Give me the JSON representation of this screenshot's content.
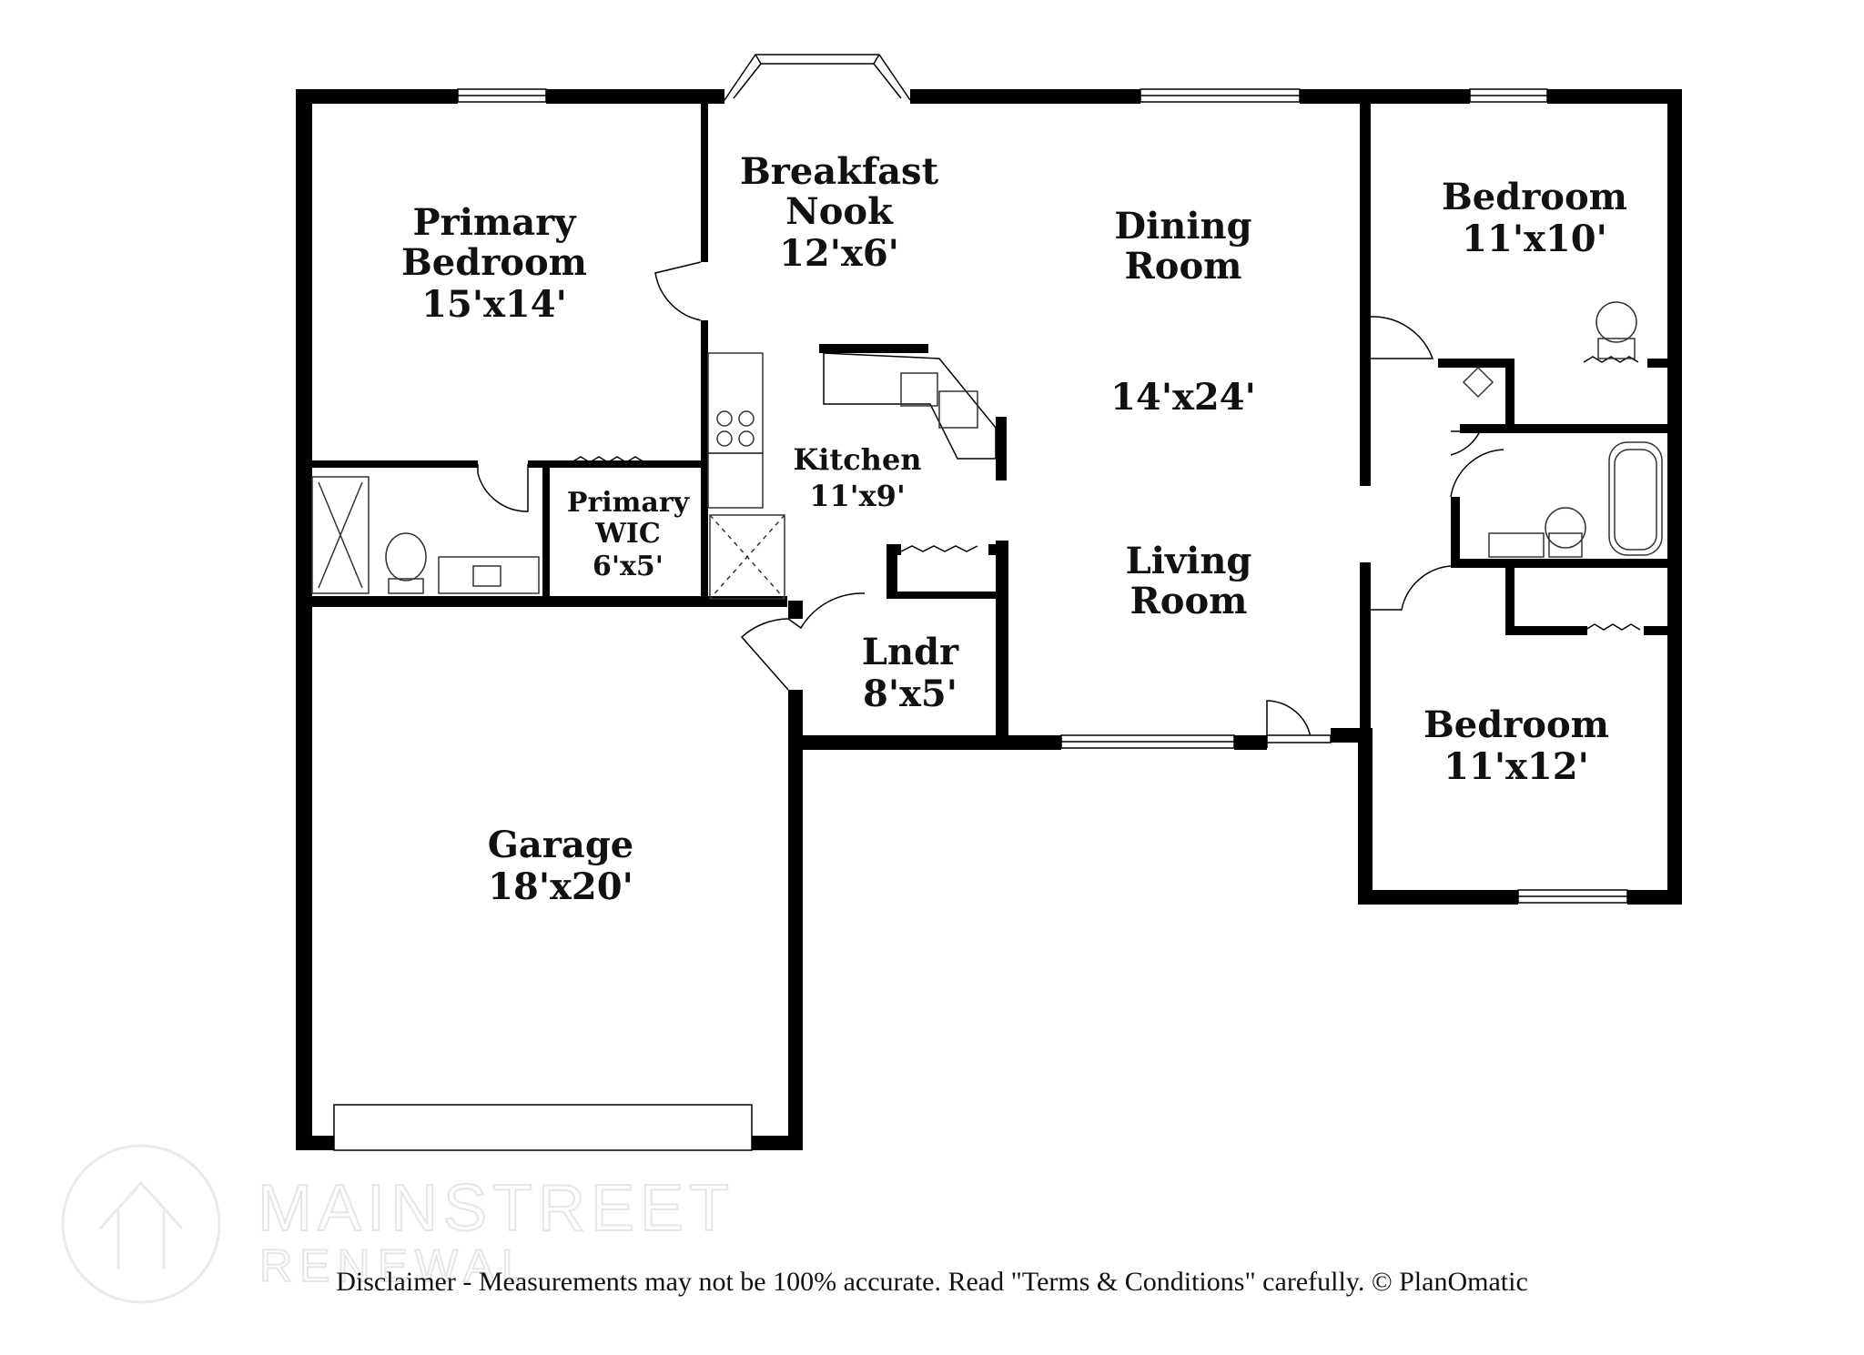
{
  "rooms": {
    "primary_bedroom": {
      "name_line1": "Primary",
      "name_line2": "Bedroom",
      "dims": "15'x14'"
    },
    "breakfast_nook": {
      "name_line1": "Breakfast",
      "name_line2": "Nook",
      "dims": "12'x6'"
    },
    "dining_room": {
      "name_line1": "Dining",
      "name_line2": "Room",
      "dims": "14'x24'"
    },
    "bedroom_top": {
      "name": "Bedroom",
      "dims": "11'x10'"
    },
    "kitchen": {
      "name": "Kitchen",
      "dims": "11'x9'"
    },
    "primary_wic": {
      "name_line1": "Primary",
      "name_line2": "WIC",
      "dims": "6'x5'"
    },
    "living_room": {
      "name_line1": "Living",
      "name_line2": "Room"
    },
    "laundry": {
      "name": "Lndr",
      "dims": "8'x5'"
    },
    "bedroom_bottom": {
      "name": "Bedroom",
      "dims": "11'x12'"
    },
    "garage": {
      "name": "Garage",
      "dims": "18'x20'"
    }
  },
  "watermark": {
    "line1": "MAINSTREET",
    "line2": "RENEWAL"
  },
  "disclaimer": "Disclaimer - Measurements may not be 100% accurate. Read \"Terms & Conditions\" carefully. © PlanOmatic",
  "colors": {
    "wall": "#000000",
    "fixture": "#444444",
    "watermark": "#e6e6e6"
  }
}
